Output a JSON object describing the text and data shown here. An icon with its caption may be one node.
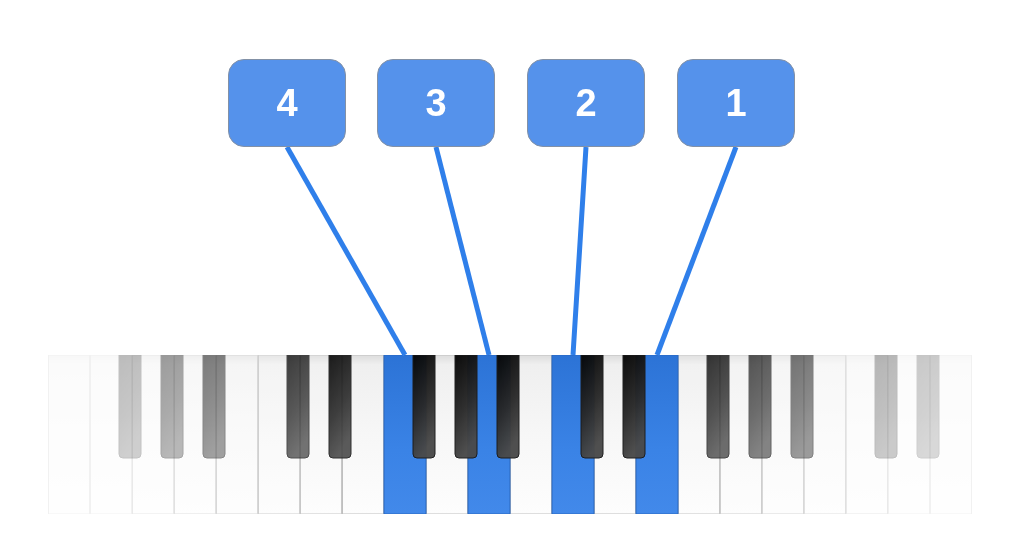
{
  "diagram": {
    "nodes": [
      {
        "text": [
          "4"
        ]
      },
      {
        "text": [
          "3"
        ]
      },
      {
        "text": [
          "2"
        ]
      },
      {
        "text": [
          "1"
        ]
      },
      {
        "text": [],
        "shape": "box"
      },
      {
        "text": [],
        "shape": "box"
      },
      {
        "text": [],
        "shape": "box"
      },
      {
        "text": [],
        "shape": "box"
      }
    ],
    "edges": [
      {
        "from": 0,
        "to": 4,
        "arrow": "none"
      },
      {
        "from": 1,
        "to": 5,
        "arrow": "none"
      },
      {
        "from": 2,
        "to": 6,
        "arrow": "none"
      },
      {
        "from": 3,
        "to": 7,
        "arrow": "none"
      }
    ]
  }
}
